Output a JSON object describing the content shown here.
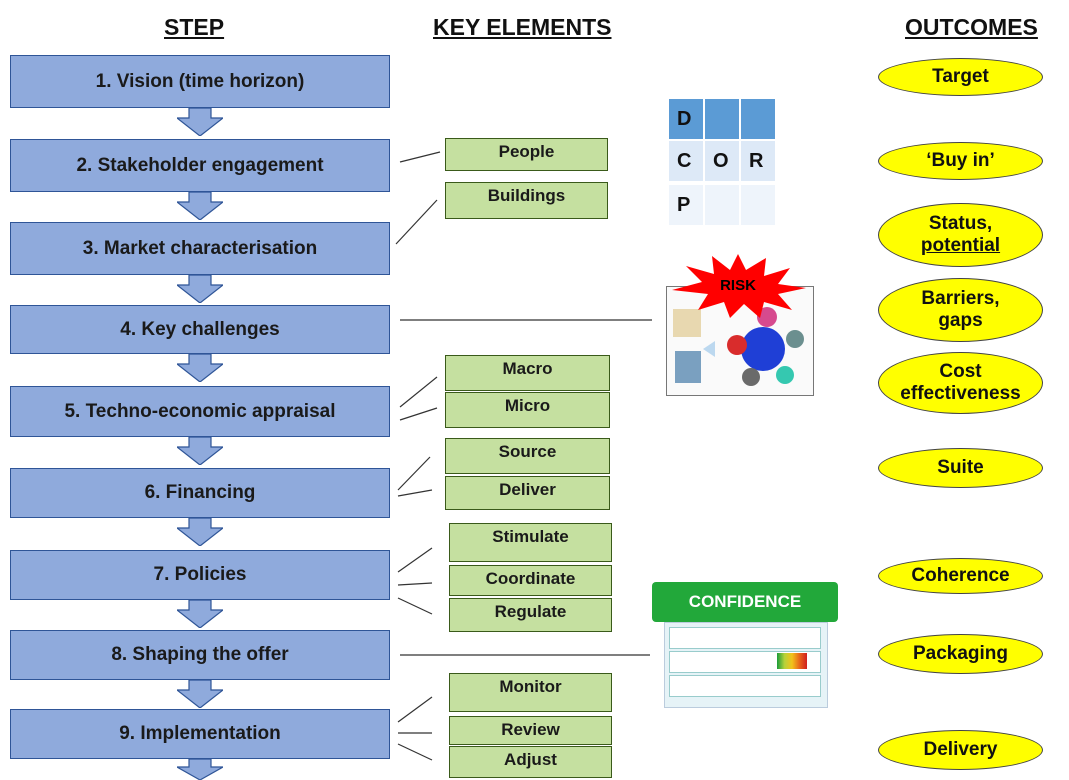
{
  "headers": {
    "step": "STEP",
    "key_elements": "KEY ELEMENTS",
    "outcomes": "OUTCOMES"
  },
  "steps": [
    "1. Vision  (time horizon)",
    "2. Stakeholder  engagement",
    "3. Market characterisation",
    "4. Key challenges",
    "5. Techno-economic  appraisal",
    "6. Financing",
    "7. Policies",
    "8. Shaping  the offer",
    "9. Implementation"
  ],
  "key_elements": {
    "people": "People",
    "buildings": "Buildings",
    "macro": "Macro",
    "micro": "Micro",
    "source": "Source",
    "deliver": "Deliver",
    "stimulate": "Stimulate",
    "coordinate": "Coordinate",
    "regulate": "Regulate",
    "monitor": "Monitor",
    "review": "Review",
    "adjust": "Adjust"
  },
  "outcomes": {
    "target": "Target",
    "buy_in": "‘Buy in’",
    "status_line1": "Status,",
    "status_line2": "potential",
    "barriers_line1": "Barriers,",
    "barriers_line2": "gaps",
    "cost_line1": "Cost",
    "cost_line2": "effectiveness",
    "suite": "Suite",
    "coherence": "Coherence",
    "packaging": "Packaging",
    "delivery": "Delivery"
  },
  "dcor_grid": {
    "d": "D",
    "c": "C",
    "o": "O",
    "r": "R",
    "p": "P"
  },
  "risk_label": "RISK",
  "confidence_label": "CONFIDENCE",
  "colors": {
    "step_fill": "#8faadc",
    "key_element_fill": "#c5e0a0",
    "outcome_fill": "#ffff00",
    "dcor_blue": "#5b9bd5",
    "dcor_light": "#dde9f7",
    "confidence_green": "#22a83a",
    "risk_red": "#ff0000"
  }
}
